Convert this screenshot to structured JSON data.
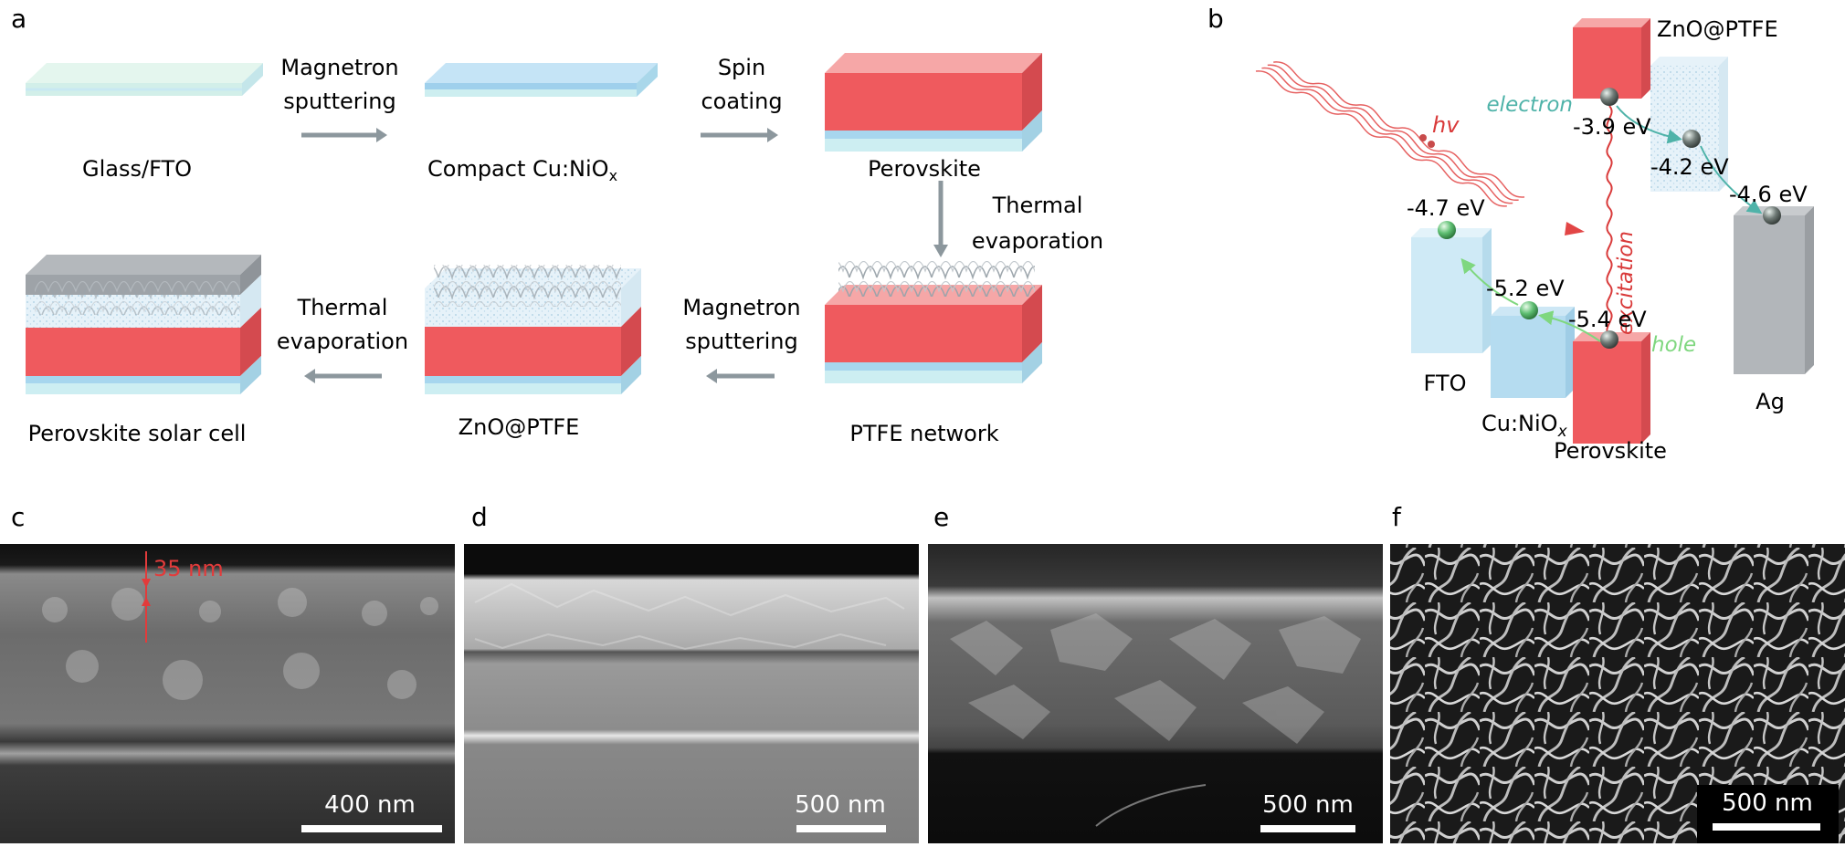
{
  "panel_a": {
    "panel_label": "a",
    "steps": {
      "glass": "Glass/FTO",
      "cunio": "Compact Cu:NiO",
      "cunio_sub": "x",
      "perovskite": "Perovskite",
      "ptfe": "PTFE network",
      "zno": "ZnO@PTFE",
      "cell": "Perovskite solar cell"
    },
    "process": {
      "p1_line1": "Magnetron",
      "p1_line2": "sputtering",
      "p2_line1": "Spin",
      "p2_line2": "coating",
      "p3_line1": "Thermal",
      "p3_line2": "evaporation",
      "p4_line1": "Magnetron",
      "p4_line2": "sputtering",
      "p5_line1": "Thermal",
      "p5_line2": "evaporation"
    }
  },
  "panel_b": {
    "panel_label": "b",
    "materials": {
      "zno": "ZnO@PTFE",
      "fto": "FTO",
      "cunio": "Cu:NiO",
      "cunio_sub": "x",
      "perovskite": "Perovskite",
      "ag": "Ag"
    },
    "levels": {
      "pk_cb": "-3.9 eV",
      "zno_cb": "-4.2 eV",
      "ag": "-4.6 eV",
      "fto": "-4.7 eV",
      "cunio": "-5.2 eV",
      "pk_vb": "-5.4 eV"
    },
    "labels": {
      "hv": "hv",
      "electron": "electron",
      "hole": "hole",
      "excitation": "excitation"
    },
    "colors": {
      "perovskite": "#ef5a5e",
      "fto": "#cfeaf6",
      "cunio": "#b5dcf0",
      "ag": "#b2b6ba",
      "electron": "#4fb3a9",
      "hole": "#7fd77f",
      "excitation": "#d93a3a"
    }
  },
  "sem": {
    "c": {
      "panel_label": "c",
      "scale": "400 nm",
      "annotation": "35 nm"
    },
    "d": {
      "panel_label": "d",
      "scale": "500 nm"
    },
    "e": {
      "panel_label": "e",
      "scale": "500 nm"
    },
    "f": {
      "panel_label": "f",
      "scale": "500 nm"
    }
  }
}
